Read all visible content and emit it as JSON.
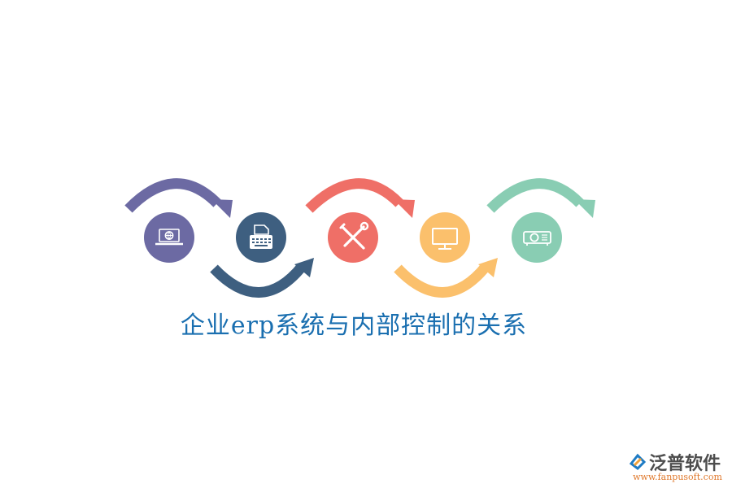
{
  "title": "企业erp系统与内部控制的关系",
  "steps": [
    {
      "icon": "laptop-globe-icon",
      "color": "#6c6aa3"
    },
    {
      "icon": "typewriter-icon",
      "color": "#3e5f80"
    },
    {
      "icon": "wrench-screwdriver-icon",
      "color": "#ef6f67"
    },
    {
      "icon": "monitor-icon",
      "color": "#fbc06c"
    },
    {
      "icon": "projector-icon",
      "color": "#89cdb3"
    }
  ],
  "arrow_colors": [
    "#6c6aa3",
    "#3e5f80",
    "#ef6f67",
    "#fbc06c",
    "#89cdb3"
  ],
  "logo": {
    "name": "泛普软件",
    "url": "www.fanpusoft.com",
    "accent": "#1e7bc4",
    "url_color": "#e07a2e"
  }
}
